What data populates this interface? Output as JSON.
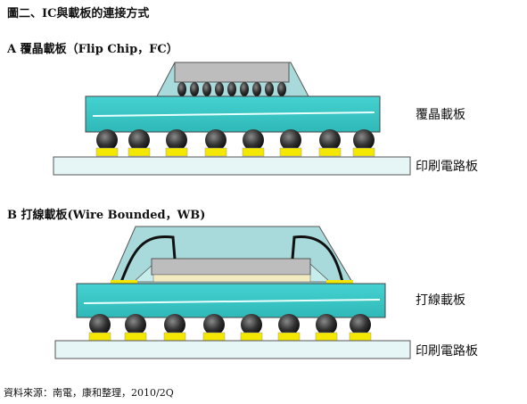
{
  "title": "圖二、IC與載板的連接方式",
  "fc": {
    "heading": "A 覆晶載板（Flip Chip，FC）",
    "substrate_label": "覆晶載板",
    "pcb_label": "印刷電路板"
  },
  "wb": {
    "heading": "B 打線載板(Wire Bounded，WB)",
    "substrate_label": "打線載板",
    "pcb_label": "印刷電路板"
  },
  "source": "資料來源：南電，康和整理，2010/2Q",
  "colors": {
    "substrate": "#3ec9c9",
    "pcb": "#e6f5f5",
    "die": "#bdbdbd",
    "mold": "#a9dadb",
    "bump": "#3a3a3a",
    "pad": "#f4e800"
  }
}
